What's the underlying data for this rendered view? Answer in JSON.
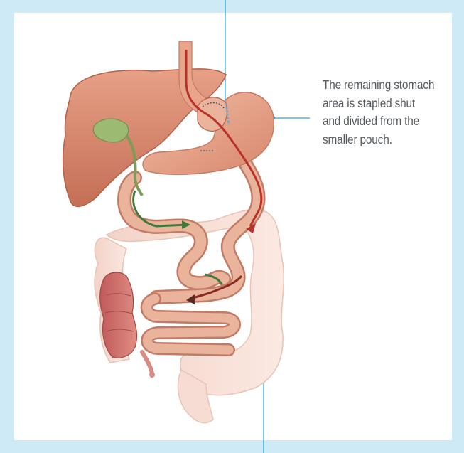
{
  "callout": {
    "lines": [
      "The remaining stomach",
      "area is stapled shut",
      "and divided from the",
      "smaller pouch."
    ]
  },
  "colors": {
    "background_frame": "#cdeaf6",
    "panel": "#ffffff",
    "leader_line": "#29a9d6",
    "callout_text": "#555a5e",
    "liver": "#d98a6e",
    "stomach": "#e8a48a",
    "intestine": "#e9b09a",
    "colon": "#f6dcd2",
    "gallbladder": "#9dba72",
    "food_flow_arrow": "#b8322a",
    "bile_flow_arrow": "#3f7a3a"
  },
  "icons": {
    "food_arrow": "red-flow-arrow-icon",
    "bile_arrow": "green-flow-arrow-icon"
  }
}
